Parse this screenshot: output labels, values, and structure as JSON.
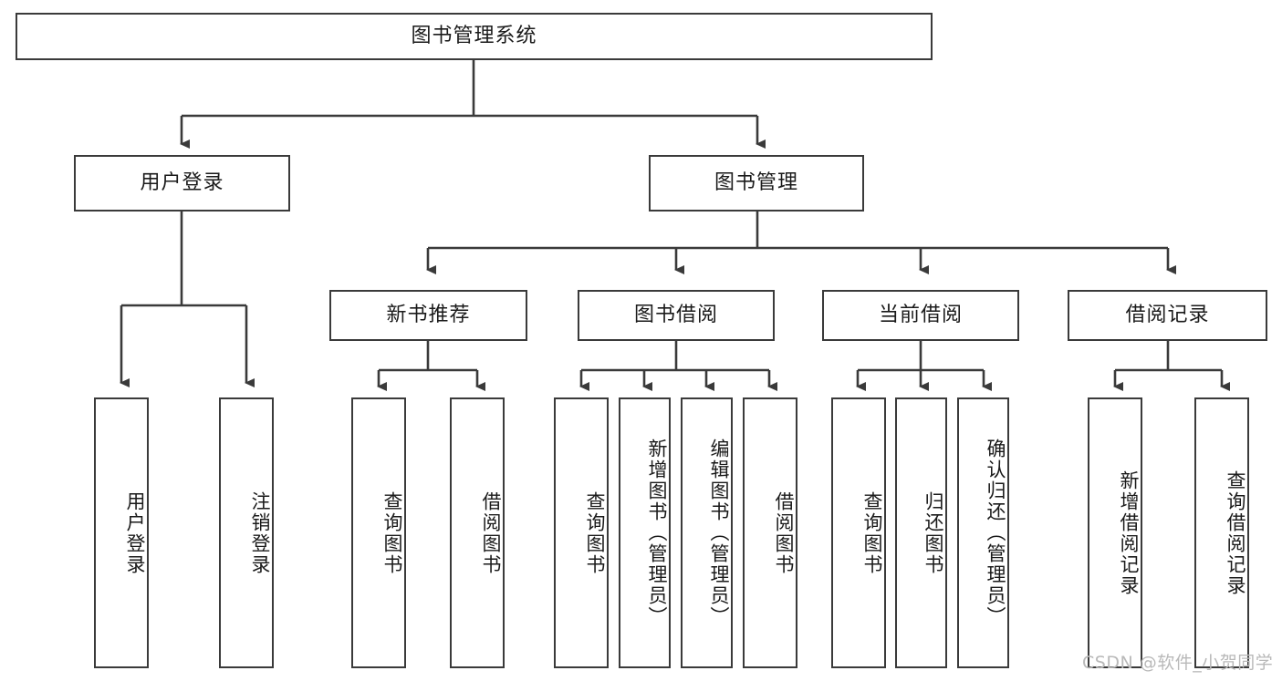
{
  "diagram": {
    "type": "tree-hierarchy",
    "title": "图书管理系统",
    "root": {
      "label": "图书管理系统"
    },
    "level2": [
      {
        "label": "用户登录"
      },
      {
        "label": "图书管理"
      }
    ],
    "level3": [
      {
        "label": "新书推荐"
      },
      {
        "label": "图书借阅"
      },
      {
        "label": "当前借阅"
      },
      {
        "label": "借阅记录"
      }
    ],
    "leaves": {
      "user_login": [
        {
          "label": "用户登录"
        },
        {
          "label": "注销登录"
        }
      ],
      "new_book_recommend": [
        {
          "label": "查询图书"
        },
        {
          "label": "借阅图书"
        }
      ],
      "book_borrow": [
        {
          "label": "查询图书"
        },
        {
          "label": "新增图书（管理员）"
        },
        {
          "label": "编辑图书（管理员）"
        },
        {
          "label": "借阅图书"
        }
      ],
      "current_borrow": [
        {
          "label": "查询图书"
        },
        {
          "label": "归还图书"
        },
        {
          "label": "确认归还（管理员）"
        }
      ],
      "borrow_records": [
        {
          "label": "新增借阅记录"
        },
        {
          "label": "查询借阅记录"
        }
      ]
    }
  },
  "watermark": {
    "text": "CSDN @软件_小贺同学"
  },
  "colors": {
    "stroke": "#3a3a3a",
    "text": "#1a1a1a",
    "background": "#ffffff",
    "watermark": "#b9b9b9"
  }
}
